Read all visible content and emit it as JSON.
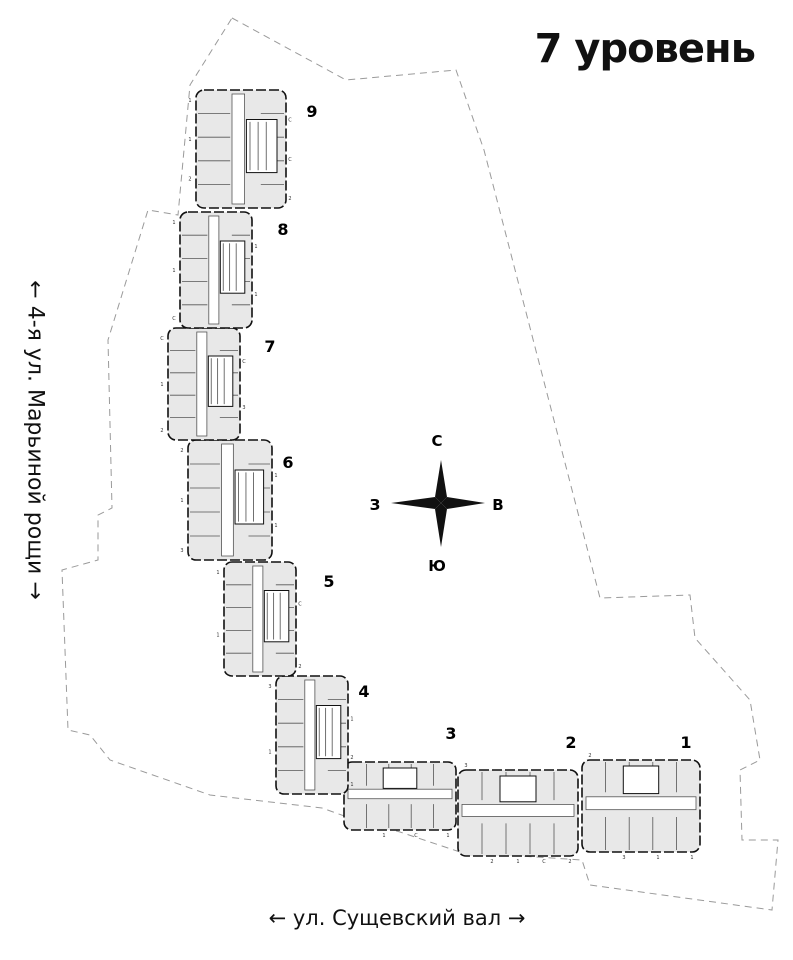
{
  "title": "7 уровень",
  "streets": {
    "left": "4-я ул. Марьиной рощи",
    "bottom": "ул. Сущевский вал"
  },
  "compass": {
    "north": "С",
    "south": "Ю",
    "west": "З",
    "east": "В"
  },
  "sections": [
    {
      "label": "1",
      "units": [
        "2",
        "3",
        "1",
        "1"
      ]
    },
    {
      "label": "2",
      "units": [
        "3",
        "2",
        "1",
        "С",
        "2"
      ]
    },
    {
      "label": "3",
      "units": [
        "2",
        "1",
        "С",
        "1"
      ]
    },
    {
      "label": "4",
      "units": [
        "3",
        "1",
        "1",
        "1"
      ]
    },
    {
      "label": "5",
      "units": [
        "1",
        "С",
        "1",
        "2"
      ]
    },
    {
      "label": "6",
      "units": [
        "2",
        "1",
        "1",
        "1",
        "3"
      ]
    },
    {
      "label": "7",
      "units": [
        "С",
        "С",
        "1",
        "3",
        "2"
      ]
    },
    {
      "label": "8",
      "units": [
        "1",
        "1",
        "1",
        "1",
        "С"
      ]
    },
    {
      "label": "9",
      "units": [
        "1",
        "С",
        "1",
        "С",
        "2",
        "2"
      ]
    }
  ],
  "colors": {
    "ink": "#111111",
    "fill": "#e8e8e8",
    "boundary": "#9a9a9a"
  }
}
